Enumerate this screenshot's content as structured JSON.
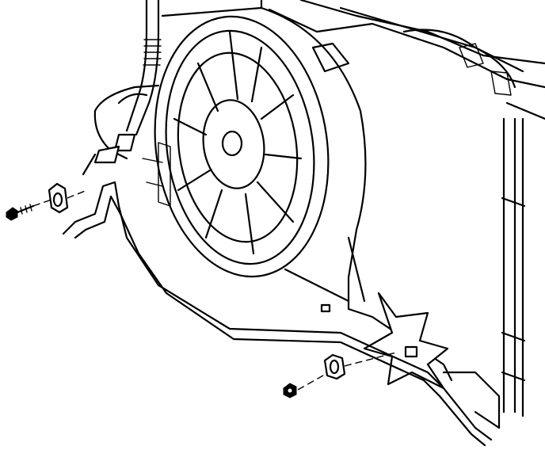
{
  "figure": {
    "components": [
      "radiator",
      "cooling-fan",
      "fan-shroud",
      "refrigerant-line",
      "bracket-bolt",
      "line-clip",
      "nut"
    ]
  }
}
